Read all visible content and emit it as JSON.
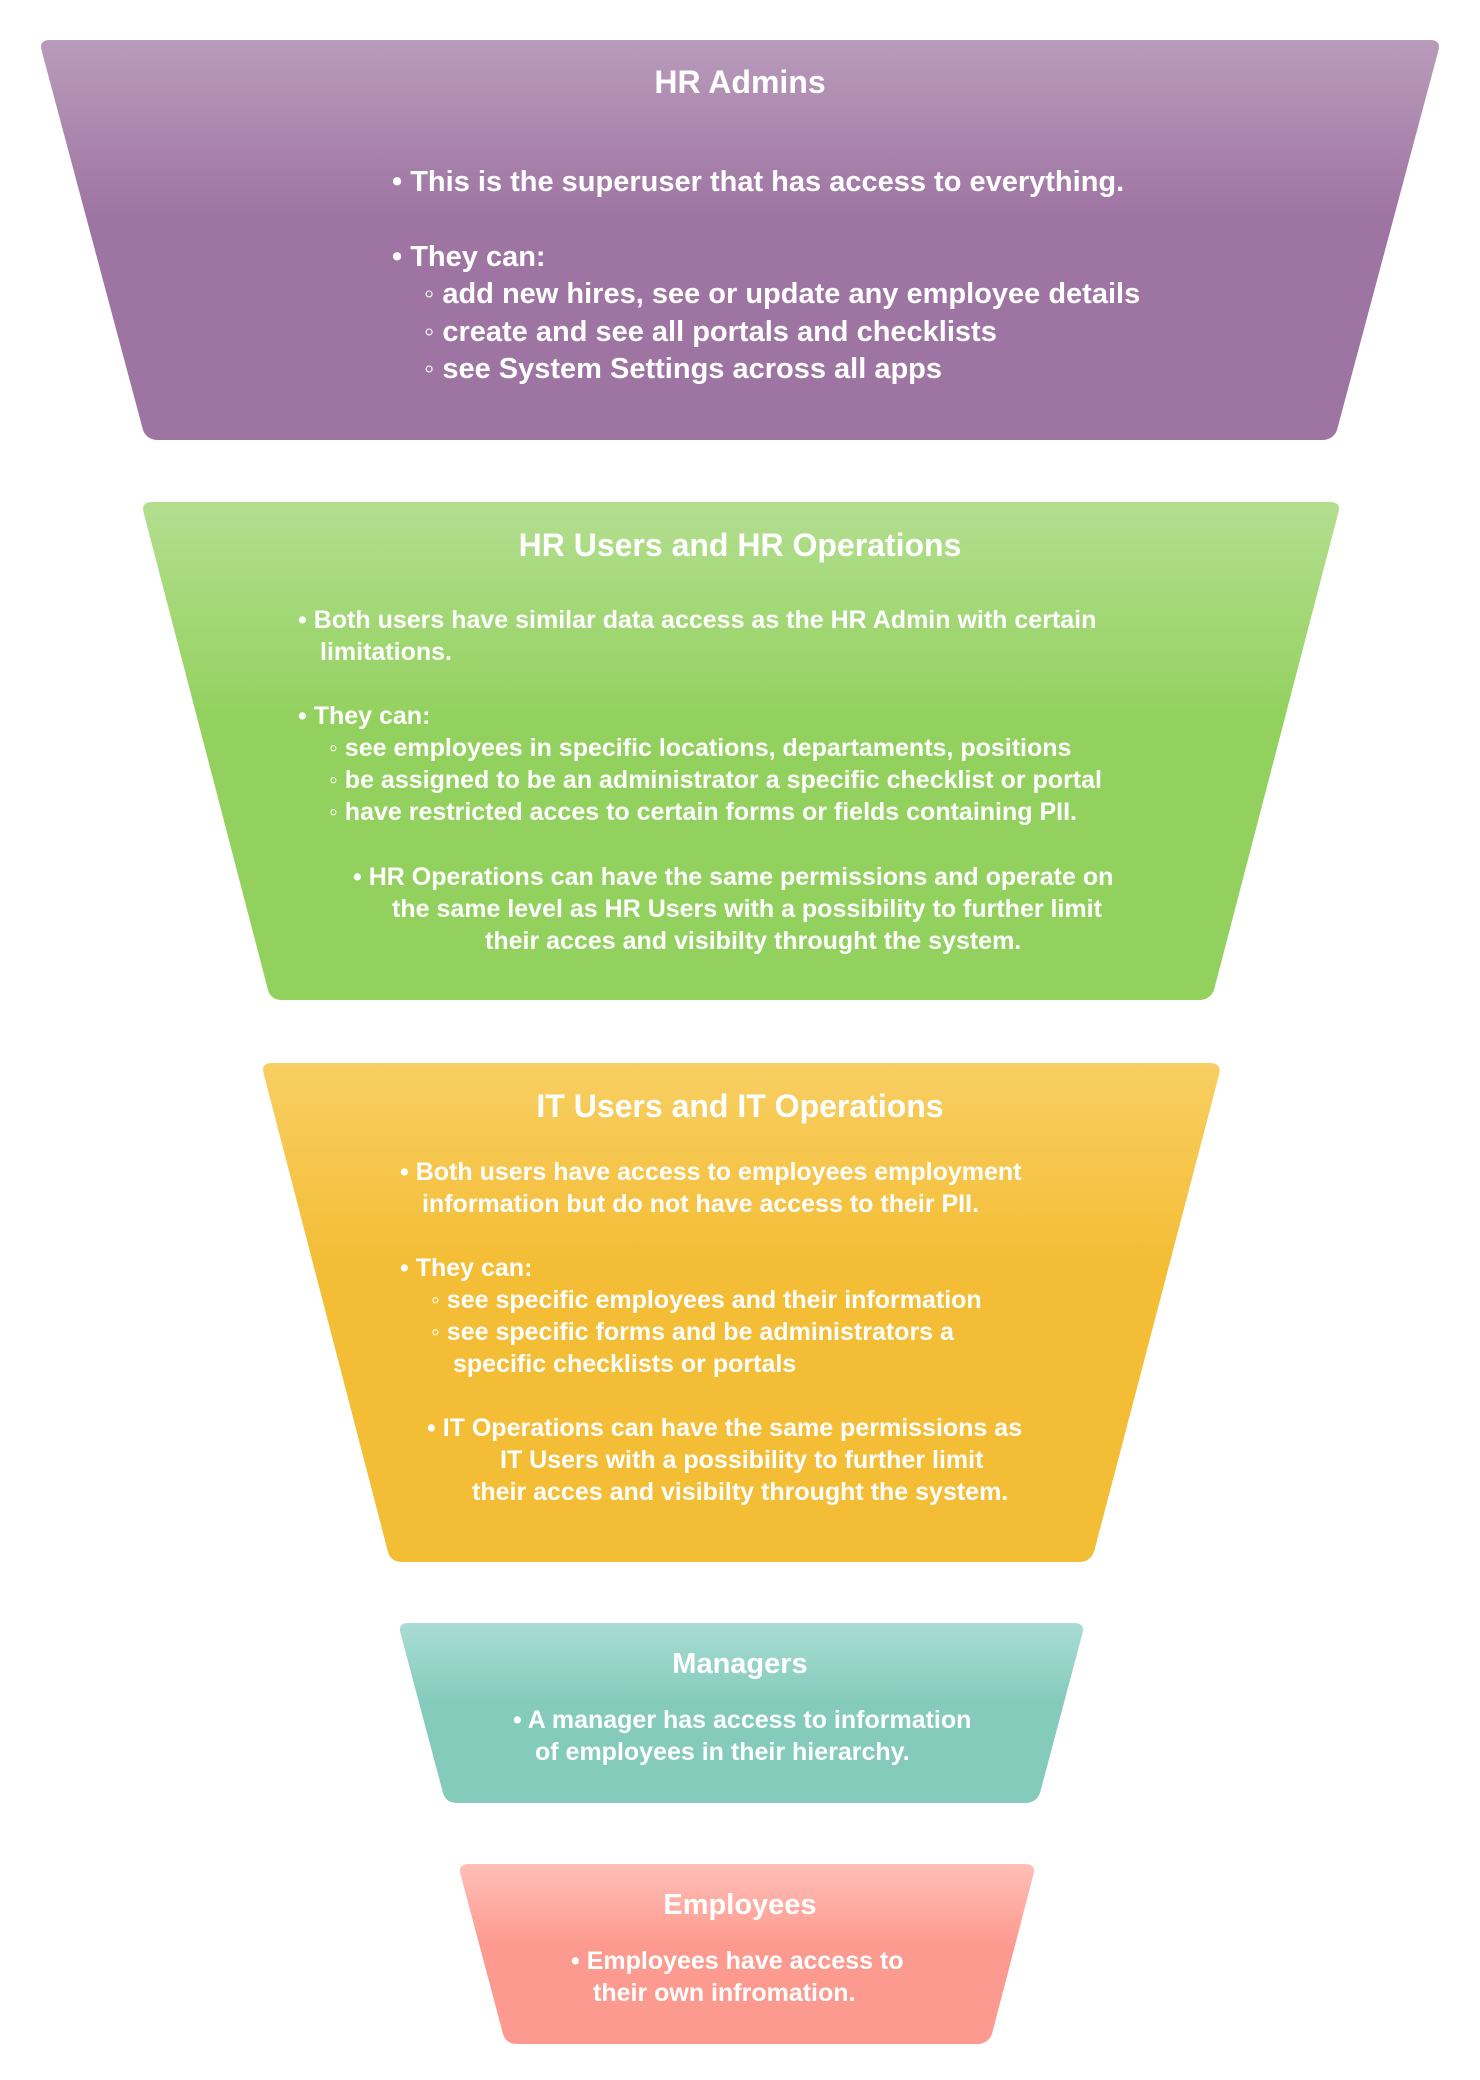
{
  "colors": {
    "hr_admins_top": "#B99BBB",
    "hr_admins_mid": "#9E74A2",
    "hr_users_top": "#B3DE8F",
    "hr_users_mid": "#92D15D",
    "it_users_top": "#F8CF63",
    "it_users_mid": "#F4BD36",
    "managers_top": "#A9DCD4",
    "managers_mid": "#84CBBC",
    "employees_top": "#FFBFB7",
    "employees_mid": "#FD9A8F",
    "text": "#FFFFFF"
  },
  "tiers": [
    {
      "title": "HR Admins",
      "lines": [
        "• This is the superuser that has access to everything.",
        "• They can:",
        "◦ add new hires, see or update any employee details",
        "◦ create and see all portals and checklists",
        "◦ see System Settings across all apps"
      ]
    },
    {
      "title": "HR Users and HR Operations",
      "lines": [
        "• Both users have similar data access as the HR Admin with certain",
        "limitations.",
        "• They can:",
        "◦ see employees in specific locations, departaments, positions",
        "◦ be assigned to be an administrator a specific checklist or portal",
        "◦ have restricted acces to certain forms or fields containing PII.",
        "• HR Operations can have the same permissions and operate on",
        "the same level as HR Users with a possibility to further limit",
        "their acces and visibilty throught the system."
      ]
    },
    {
      "title": "IT Users and IT Operations",
      "lines": [
        "• Both users have access to employees employment",
        "information but do not have access to their PII.",
        "• They can:",
        "◦ see specific employees and their information",
        "◦ see specific forms and be administrators a",
        "specific checklists or portals",
        "• IT Operations can have the same permissions as",
        "IT Users with a possibility to further limit",
        "their acces and visibilty throught the system."
      ]
    },
    {
      "title": "Managers",
      "lines": [
        "• A manager has access to information",
        "of employees in their hierarchy."
      ]
    },
    {
      "title": "Employees",
      "lines": [
        "• Employees have access to",
        "their own infromation."
      ]
    }
  ]
}
